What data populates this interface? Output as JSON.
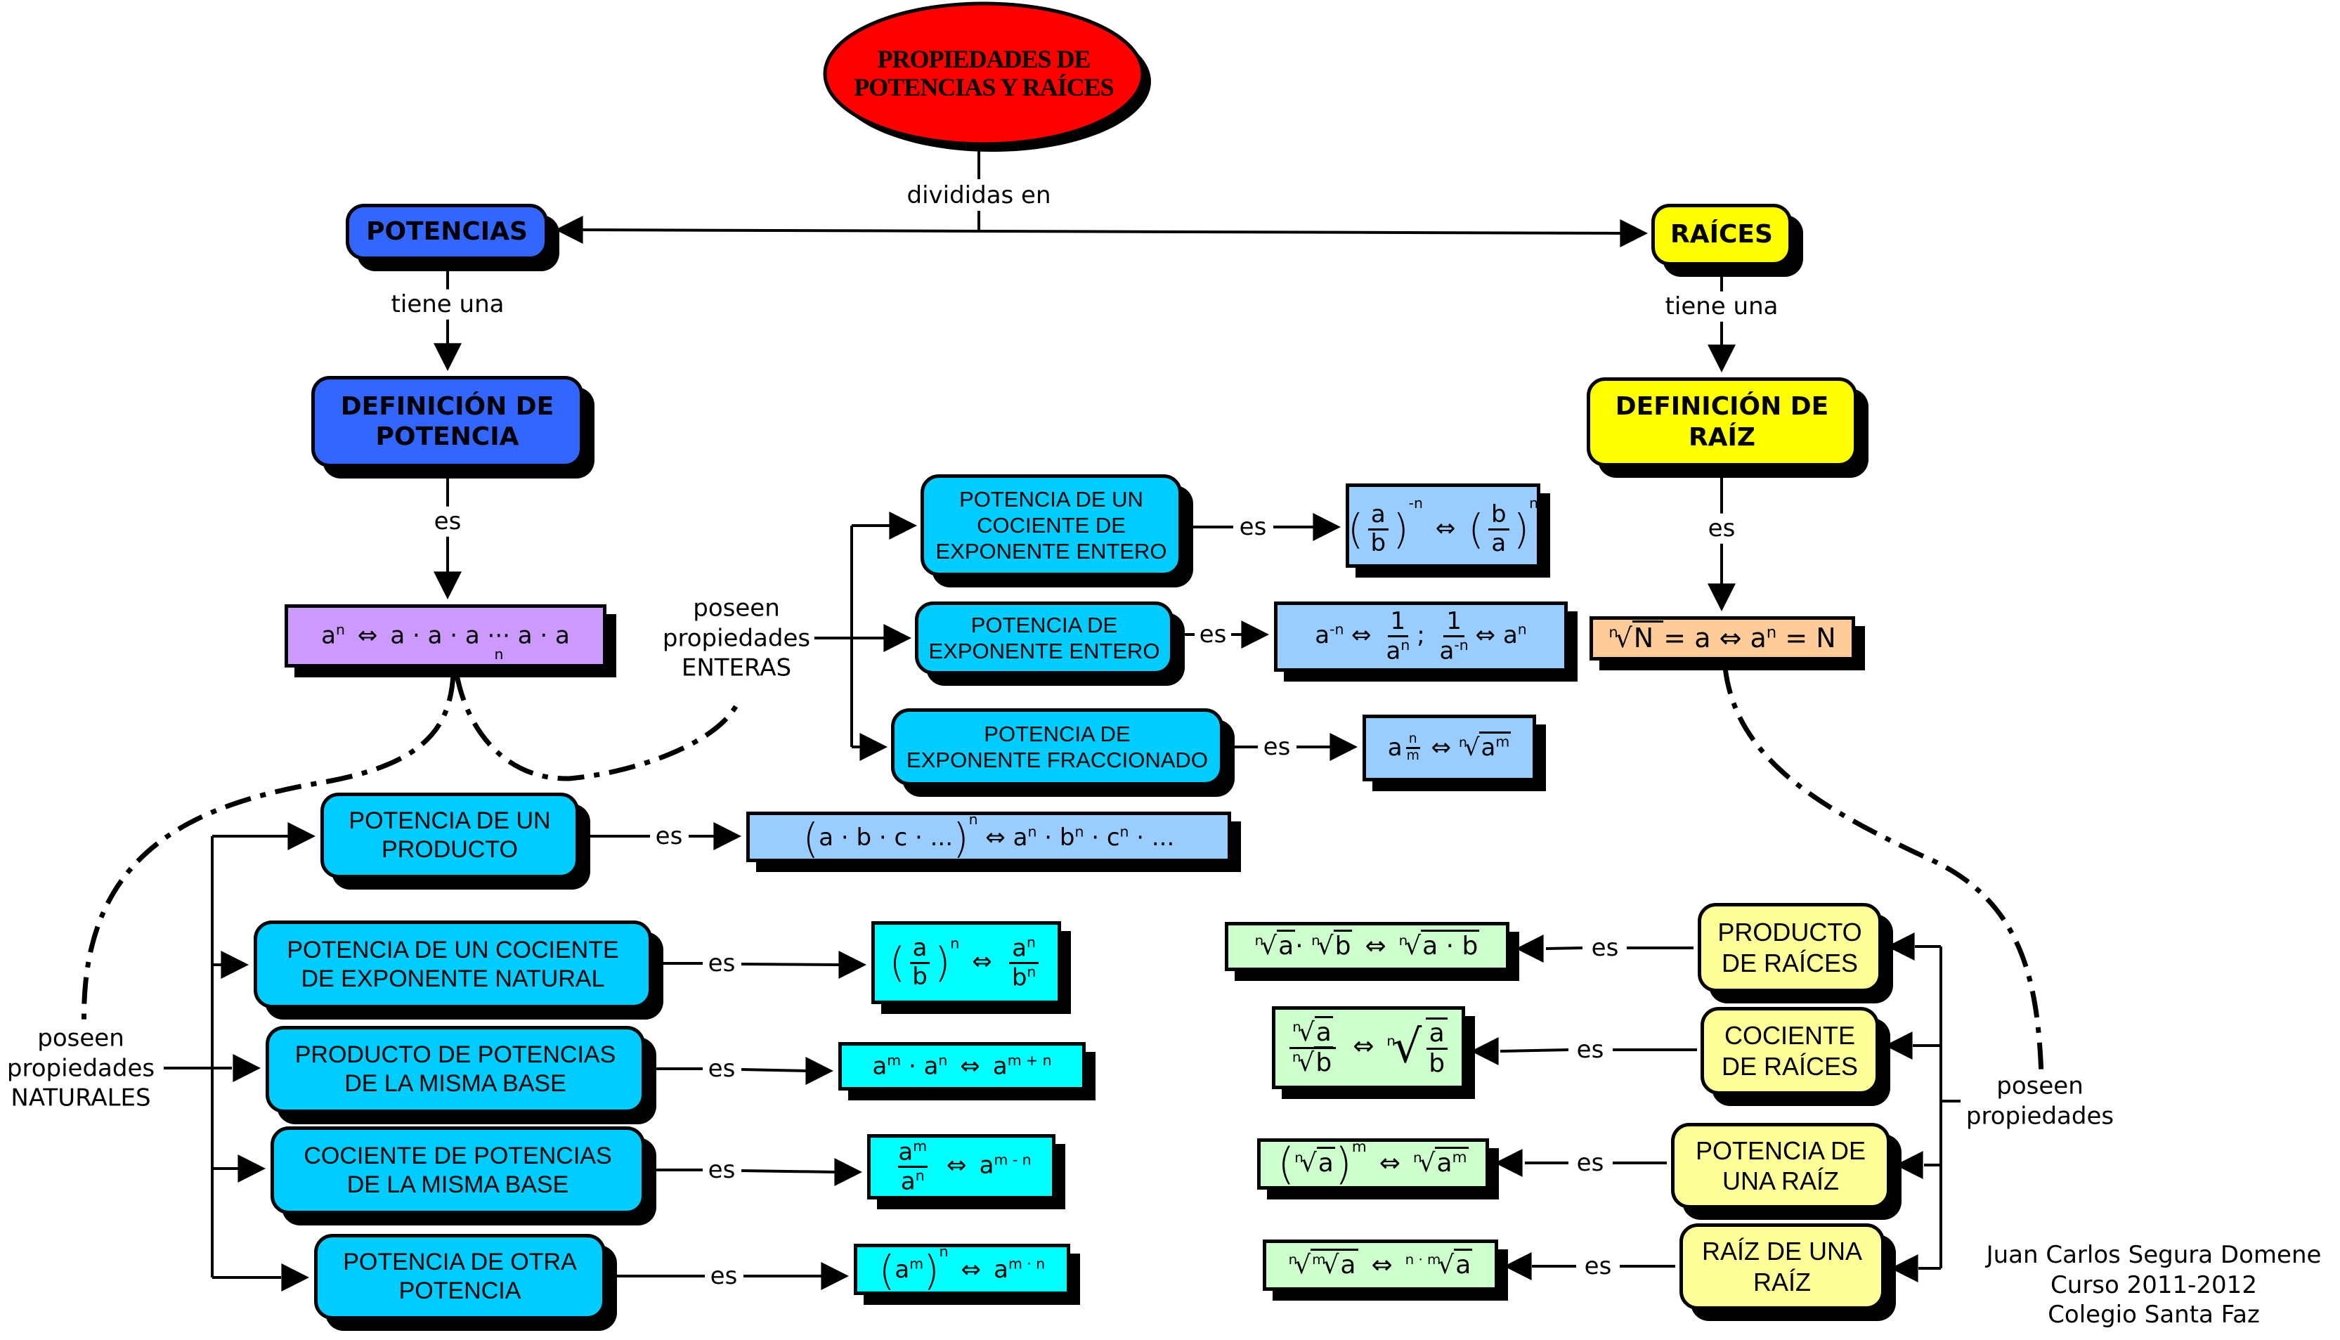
{
  "title": "PROPIEDADES DE POTENCIAS Y RAÍCES",
  "colors": {
    "title": "#ff0000",
    "main_blue": "#3366ff",
    "main_yellow": "#ffff00",
    "property_cyan": "#00ccff",
    "property_pale_yellow": "#ffff99",
    "formula_purple": "#cc99ff",
    "formula_light_blue": "#99ccff",
    "formula_aqua": "#00ffff",
    "formula_green": "#ccffcc",
    "formula_peach": "#ffcc99"
  },
  "links": {
    "divididas_en": "divididas en",
    "tiene_una": "tiene una",
    "es": "es",
    "poseen_enteras": "poseen\npropiedades\nENTERAS",
    "poseen_naturales": "poseen\npropiedades\nNATURALES",
    "poseen_propiedades": "poseen\npropiedades"
  },
  "potencias": {
    "label": "POTENCIAS",
    "definition_label": "DEFINICIÓN DE\nPOTENCIA",
    "definition_formula": "aⁿ ⇔ a · a · a ··· a · a (n veces)",
    "enteras": [
      {
        "label": "POTENCIA DE UN\nCOCIENTE DE\nEXPONENTE ENTERO",
        "formula": "(a/b)^-n ⇔ (b/a)^n"
      },
      {
        "label": "POTENCIA DE\nEXPONENTE ENTERO",
        "formula": "a^-n ⇔ 1/aⁿ ; 1/a^-n ⇔ aⁿ"
      },
      {
        "label": "POTENCIA DE\nEXPONENTE FRACCIONADO",
        "formula": "a^(n/m) ⇔ ⁿ√(aᵐ)"
      }
    ],
    "naturales": [
      {
        "label": "POTENCIA DE UN\nPRODUCTO",
        "formula": "(a · b · c · ...)ⁿ ⇔ aⁿ · bⁿ · cⁿ · ..."
      },
      {
        "label": "POTENCIA DE UN COCIENTE\nDE EXPONENTE NATURAL",
        "formula": "(a/b)ⁿ ⇔ aⁿ/bⁿ"
      },
      {
        "label": "PRODUCTO DE POTENCIAS\nDE LA MISMA BASE",
        "formula": "aᵐ · aⁿ ⇔ a^(m+n)"
      },
      {
        "label": "COCIENTE DE POTENCIAS\nDE LA MISMA BASE",
        "formula": "aᵐ/aⁿ ⇔ a^(m-n)"
      },
      {
        "label": "POTENCIA DE OTRA\nPOTENCIA",
        "formula": "(aᵐ)ⁿ ⇔ a^(m·n)"
      }
    ]
  },
  "raices": {
    "label": "RAÍCES",
    "definition_label": "DEFINICIÓN DE\nRAÍZ",
    "definition_formula": "ⁿ√N = a ⇔ aⁿ = N",
    "propiedades": [
      {
        "label": "PRODUCTO\nDE RAÍCES",
        "formula": "ⁿ√a · ⁿ√b ⇔ ⁿ√(a · b)"
      },
      {
        "label": "COCIENTE\nDE RAÍCES",
        "formula": "ⁿ√a / ⁿ√b ⇔ ⁿ√(a/b)"
      },
      {
        "label": "POTENCIA DE\nUNA RAÍZ",
        "formula": "(ⁿ√a)ᵐ ⇔ ⁿ√(aᵐ)"
      },
      {
        "label": "RAÍZ DE UNA\nRAÍZ",
        "formula": "ⁿ√(ᵐ√a) ⇔ ⁿ·ᵐ√a"
      }
    ]
  },
  "credits": "Juan Carlos Segura Domene\nCurso 2011-2012\nColegio Santa Faz"
}
